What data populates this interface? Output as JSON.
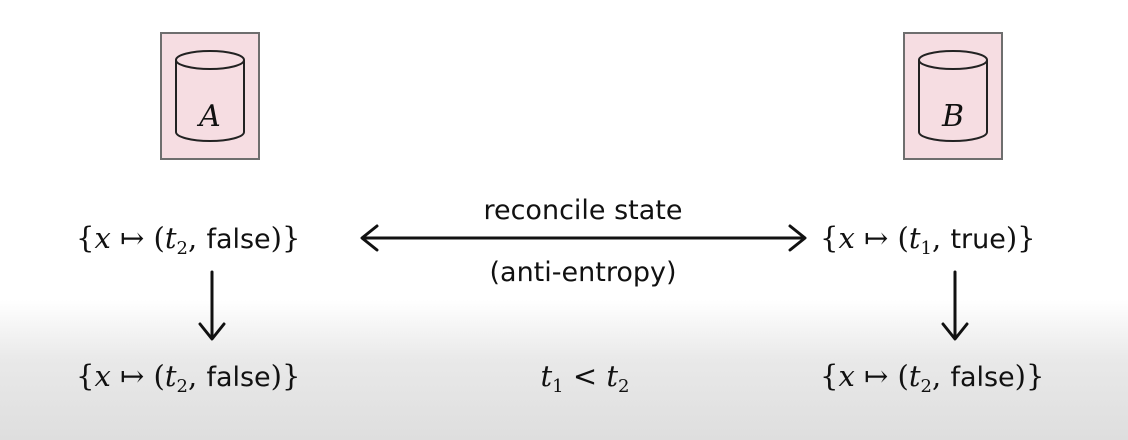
{
  "nodes": {
    "a": {
      "letter": "A"
    },
    "b": {
      "letter": "B"
    }
  },
  "states": {
    "a_top": {
      "var": "x",
      "maps": "↦",
      "time": "t",
      "time_sub": "2",
      "value": "false"
    },
    "b_top": {
      "var": "x",
      "maps": "↦",
      "time": "t",
      "time_sub": "1",
      "value": "true"
    },
    "a_bottom": {
      "var": "x",
      "maps": "↦",
      "time": "t",
      "time_sub": "2",
      "value": "false"
    },
    "b_bottom": {
      "var": "x",
      "maps": "↦",
      "time": "t",
      "time_sub": "2",
      "value": "false"
    }
  },
  "edge": {
    "label_top": "reconcile state",
    "label_bottom": "(anti-entropy)"
  },
  "relation": {
    "left": "t",
    "left_sub": "1",
    "op": "<",
    "right": "t",
    "right_sub": "2"
  },
  "colors": {
    "node_fill": "#f6dde2",
    "node_border": "#6e6e6e",
    "ink": "#111111"
  },
  "icons": [
    "database-icon",
    "double-arrow",
    "down-arrow"
  ]
}
